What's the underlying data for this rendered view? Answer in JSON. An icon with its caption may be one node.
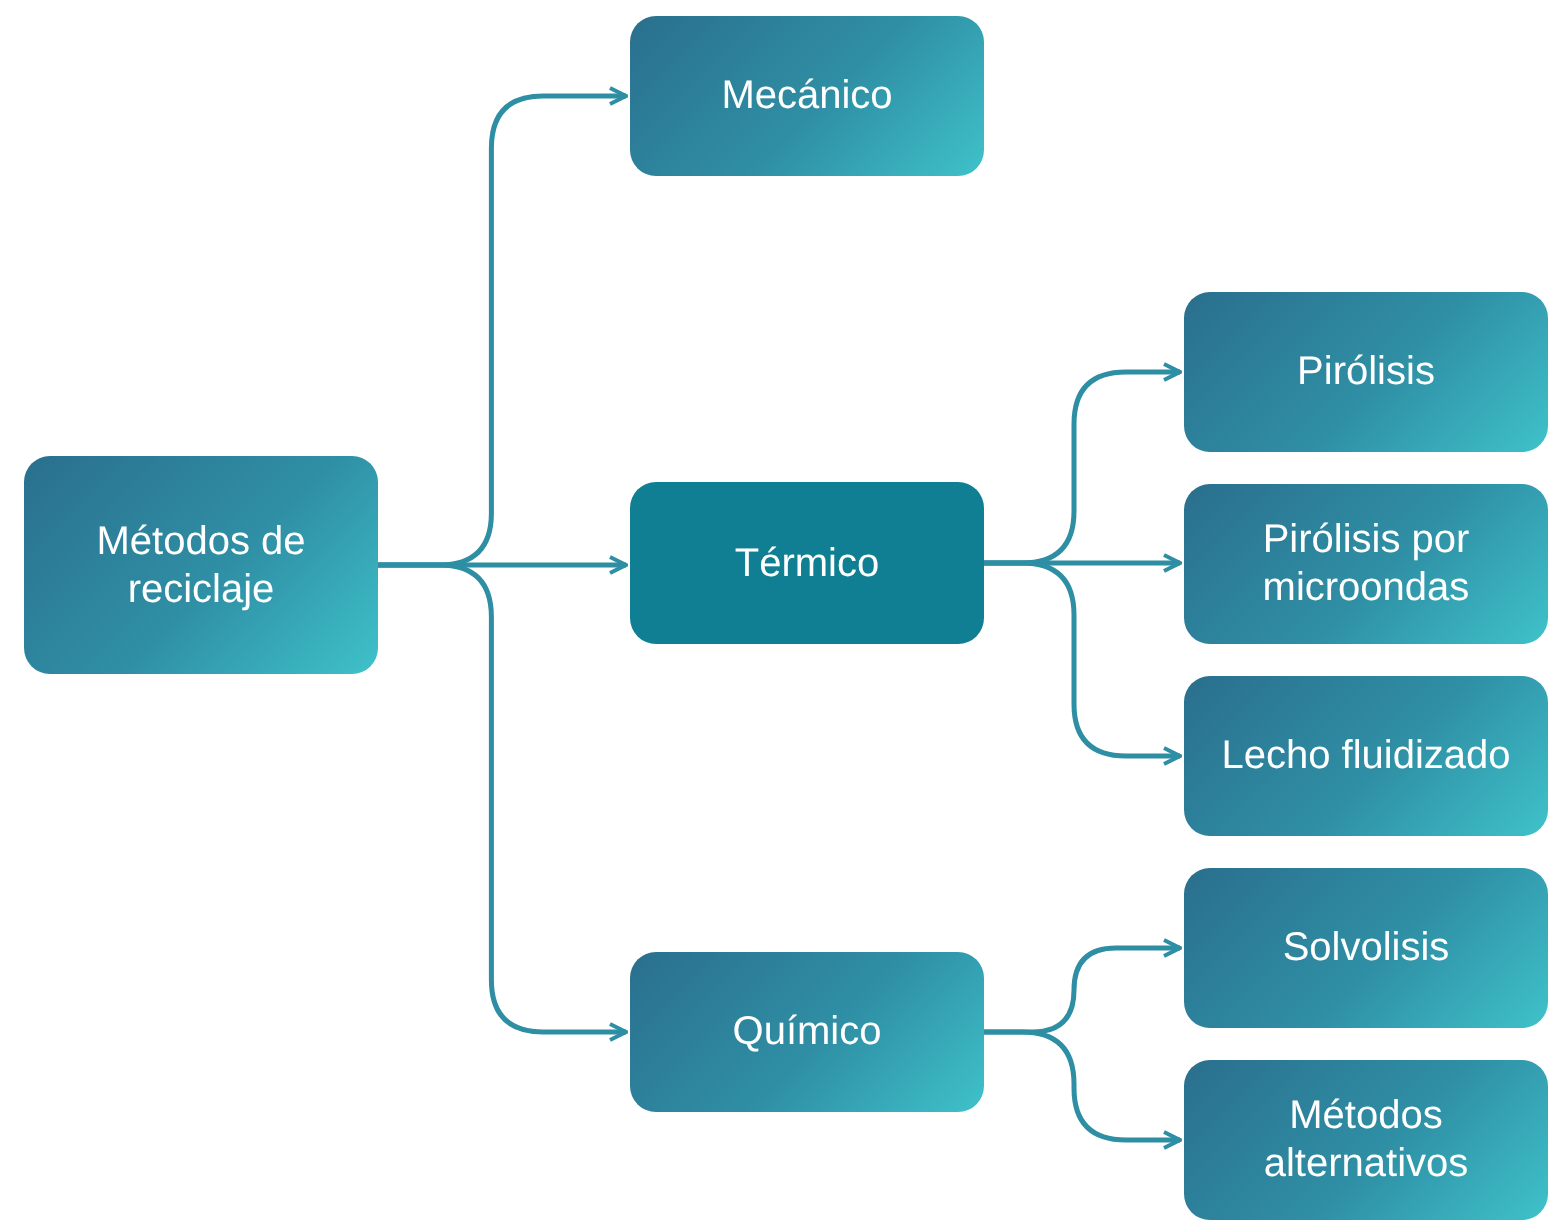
{
  "diagram": {
    "nodes": [
      {
        "text": [
          "Métodos de reciclaje"
        ]
      },
      {
        "text": [
          "Mecánico"
        ]
      },
      {
        "text": [
          "Térmico"
        ]
      },
      {
        "text": [
          "Químico"
        ]
      },
      {
        "text": [
          "Pirólisis"
        ]
      },
      {
        "text": [
          "Pirólisis por microondas"
        ]
      },
      {
        "text": [
          "Lecho fluidizado"
        ]
      },
      {
        "text": [
          "Solvolisis"
        ]
      },
      {
        "text": [
          "Métodos alternativos"
        ]
      }
    ],
    "edges": [
      {
        "from": 0,
        "to": 1,
        "arrow": "to"
      },
      {
        "from": 0,
        "to": 2,
        "arrow": "to"
      },
      {
        "from": 0,
        "to": 3,
        "arrow": "to"
      },
      {
        "from": 2,
        "to": 4,
        "arrow": "to"
      },
      {
        "from": 2,
        "to": 5,
        "arrow": "to"
      },
      {
        "from": 2,
        "to": 6,
        "arrow": "to"
      },
      {
        "from": 3,
        "to": 7,
        "arrow": "to"
      },
      {
        "from": 3,
        "to": 8,
        "arrow": "to"
      }
    ]
  }
}
